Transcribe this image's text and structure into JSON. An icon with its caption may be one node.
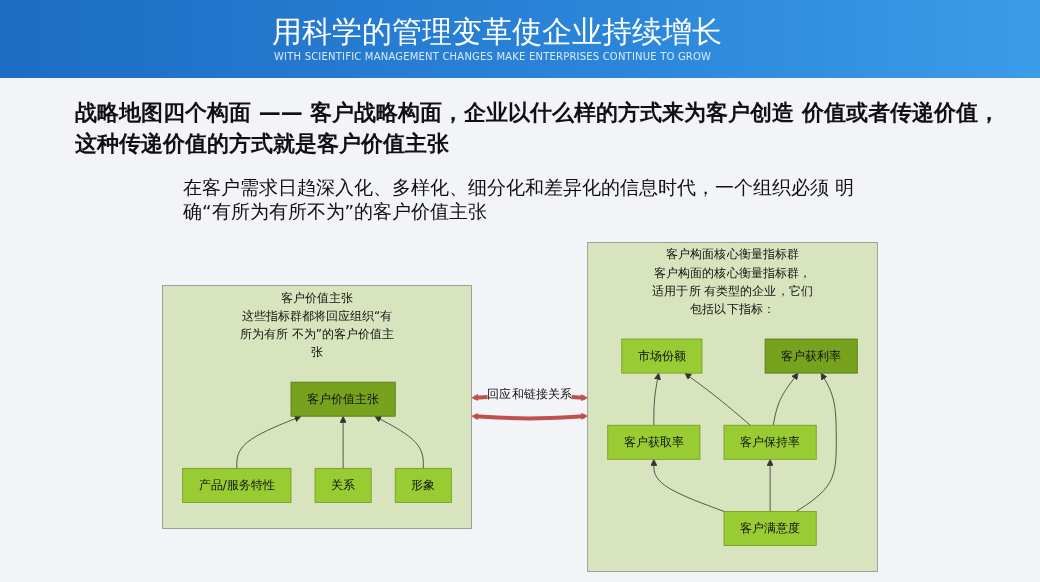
{
  "diagram": {
    "title": "战略地图四个构面 —— 客户战略构面，企业以什么样的方式来为客户创造 价值或者传递价值，这种传递价值的方式就是客户价值主张",
    "nodes": [
      {
        "text": [
          "客户价值主张",
          "这些指标群都将回应组织“有所为有所 不为”的客户价值主张"
        ]
      },
      {
        "text": [
          "客户价值主张"
        ],
        "in": 0
      },
      {
        "text": [
          "产品/服务特性"
        ],
        "in": 0
      },
      {
        "text": [
          "关系"
        ],
        "in": 0
      },
      {
        "text": [
          "形象"
        ],
        "in": 0
      },
      {
        "text": [
          "客户构面核心衡量指标群",
          "客户构面的核心衡量指标群，适用于所 有类型的企业，它们包括以下指标："
        ]
      },
      {
        "text": [
          "市场份额"
        ],
        "in": 5
      },
      {
        "text": [
          "客户获取率"
        ],
        "in": 5
      },
      {
        "text": [
          "客户获利率"
        ],
        "in": 5
      },
      {
        "text": [
          "客户保持率"
        ],
        "in": 5
      },
      {
        "text": [
          "客户满意度"
        ],
        "in": 5
      }
    ],
    "edges": [
      {
        "from": 2,
        "to": 1,
        "arrow": "to"
      },
      {
        "from": 3,
        "to": 1,
        "arrow": "to"
      },
      {
        "from": 4,
        "to": 1,
        "arrow": "to"
      },
      {
        "from": 0,
        "to": 5,
        "arrow": "both",
        "label": "回应和链接关系",
        "style": "thick",
        "color": "#c0504d"
      },
      {
        "from": 0,
        "to": 5,
        "arrow": "both",
        "style": "thick",
        "color": "#c0504d"
      },
      {
        "from": 7,
        "to": 6,
        "arrow": "to"
      },
      {
        "from": 9,
        "to": 6,
        "arrow": "to"
      },
      {
        "from": 9,
        "to": 8,
        "arrow": "to"
      },
      {
        "from": 10,
        "to": 7,
        "arrow": "to"
      },
      {
        "from": 10,
        "to": 8,
        "arrow": "to"
      },
      {
        "from": 10,
        "to": 9,
        "arrow": "to"
      }
    ],
    "labels": [
      "用科学的管理变革使企业持续增长",
      "WITH SCIENTIFIC MANAGEMENT CHANGES MAKE ENTERPRISES CONTINUE TO GROW",
      "在客户需求日趋深入化、多样化、细分化和差异化的信息时代，一个组织必须 明确“有所为有所不为”的客户价值主张"
    ]
  }
}
